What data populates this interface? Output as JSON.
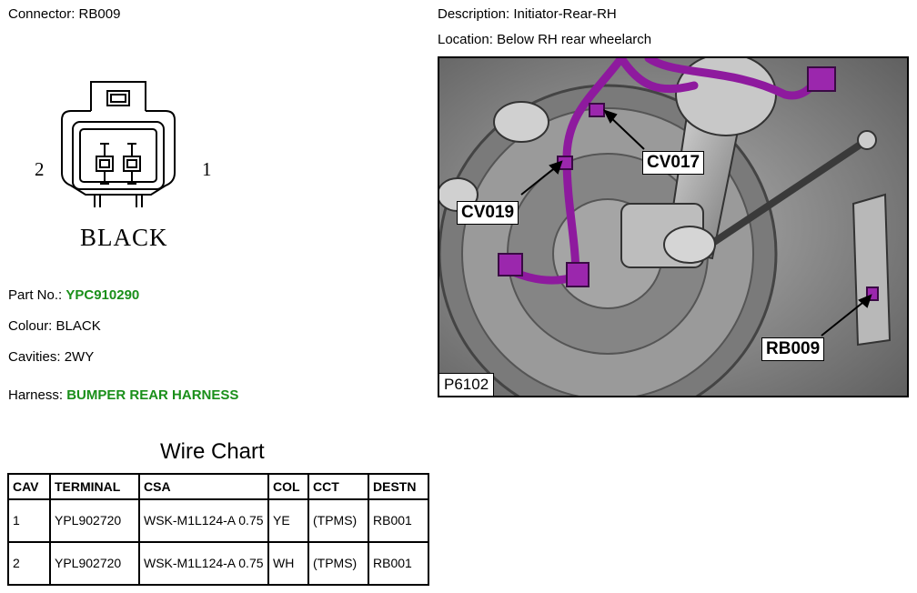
{
  "connector": {
    "label": "Connector:",
    "value": "RB009"
  },
  "description": {
    "label": "Description:",
    "value": "Initiator-Rear-RH"
  },
  "location": {
    "label": "Location:",
    "value": "Below RH rear wheelarch"
  },
  "diagram": {
    "pin_left": "2",
    "pin_right": "1",
    "colour_text": "BLACK"
  },
  "part_no": {
    "label": "Part No.:",
    "value": "YPC910290"
  },
  "colour": {
    "label": "Colour:",
    "value": "BLACK"
  },
  "cavities": {
    "label": "Cavities:",
    "value": "2WY"
  },
  "harness": {
    "label": "Harness:",
    "value": "BUMPER REAR HARNESS"
  },
  "photo": {
    "callouts": [
      "CV017",
      "CV019",
      "RB009"
    ],
    "reference": "P6102"
  },
  "wire_chart": {
    "title": "Wire Chart",
    "headers": [
      "CAV",
      "TERMINAL",
      "CSA",
      "COL",
      "CCT",
      "DESTN"
    ],
    "rows": [
      [
        "1",
        "YPL902720",
        "WSK-M1L124-A 0.75",
        "YE",
        "(TPMS)",
        "RB001"
      ],
      [
        "2",
        "YPL902720",
        "WSK-M1L124-A 0.75",
        "WH",
        "(TPMS)",
        "RB001"
      ]
    ]
  },
  "colors": {
    "accent_green": "#1a8f1a",
    "harness_purple": "#8e1a9e"
  }
}
